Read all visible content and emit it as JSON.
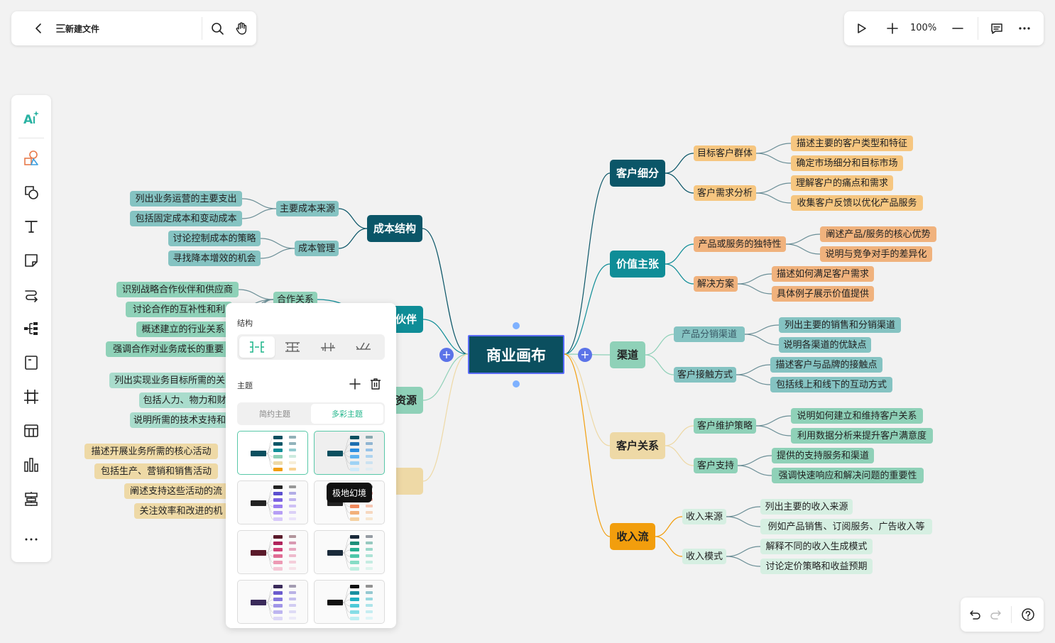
{
  "header": {
    "file_name": "新建文件",
    "zoom": "100%"
  },
  "mindmap": {
    "center": "商业画布",
    "branches": [
      {
        "label": "客户细分",
        "color": "#0b5668",
        "text": "#ffffff"
      },
      {
        "label": "价值主张",
        "color": "#0f8d97",
        "text": "#ffffff"
      },
      {
        "label": "渠道",
        "color": "#8fd1b8",
        "text": "#222222"
      },
      {
        "label": "客户关系",
        "color": "#eed9a6",
        "text": "#222222"
      },
      {
        "label": "收入流",
        "color": "#f29e0d",
        "text": "#222222"
      },
      {
        "label": "成本结构",
        "color": "#0b5668",
        "text": "#ffffff"
      },
      {
        "label": "伙伴",
        "color": "#0f8d97",
        "text": "#ffffff"
      },
      {
        "label": "资源",
        "color": "#8fd1b8",
        "text": "#222222"
      },
      {
        "label": "",
        "color": "#eed9a6",
        "text": "#222222"
      }
    ],
    "subtopics": [
      "目标客户群体",
      "客户需求分析",
      "产品或服务的独特性",
      "解决方案",
      "产品分销渠道",
      "客户接触方式",
      "客户维护策略",
      "客户支持",
      "收入来源",
      "收入模式",
      "主要成本来源",
      "成本管理",
      "合作关系"
    ],
    "leaves": [
      "描述主要的客户类型和特征",
      "确定市场细分和目标市场",
      "理解客户的痛点和需求",
      "收集客户反馈以优化产品服务",
      "阐述产品/服务的核心优势",
      "说明与竞争对手的差异化",
      "描述如何满足客户需求",
      "具体例子展示价值提供",
      "列出主要的销售和分销渠道",
      "说明各渠道的优缺点",
      "描述客户与品牌的接触点",
      "包括线上和线下的互动方式",
      "说明如何建立和维持客户关系",
      "利用数据分析来提升客户满意度",
      "提供的支持服务和渠道",
      "强调快速响应和解决问题的重要性",
      "列出主要的收入来源",
      "例如产品销售、订阅服务、广告收入等",
      "解释不同的收入生成模式",
      "讨论定价策略和收益预期",
      "列出业务运营的主要支出",
      "包括固定成本和变动成本",
      "讨论控制成本的策略",
      "寻找降本增效的机会",
      "识别战略合作伙伴和供应商",
      "讨论合作的互补性和利",
      "概述建立的行业关系",
      "强调合作对业务成长的重要",
      "列出实现业务目标所需的关",
      "包括人力、物力和财",
      "说明所需的技术支持和",
      "描述开展业务所需的核心活动",
      "包括生产、营销和销售活动",
      "阐述支持这些活动的流",
      "关注效率和改进的机"
    ]
  },
  "style_panel": {
    "structure_title": "结构",
    "theme_title": "主题",
    "tabs": [
      "简约主题",
      "多彩主题"
    ],
    "active_tab": "多彩主题",
    "tooltip": "极地幻境"
  },
  "colors": {
    "accent": "#1fb58a",
    "selection": "#5b6cff",
    "add_button": "#5b73e8"
  }
}
